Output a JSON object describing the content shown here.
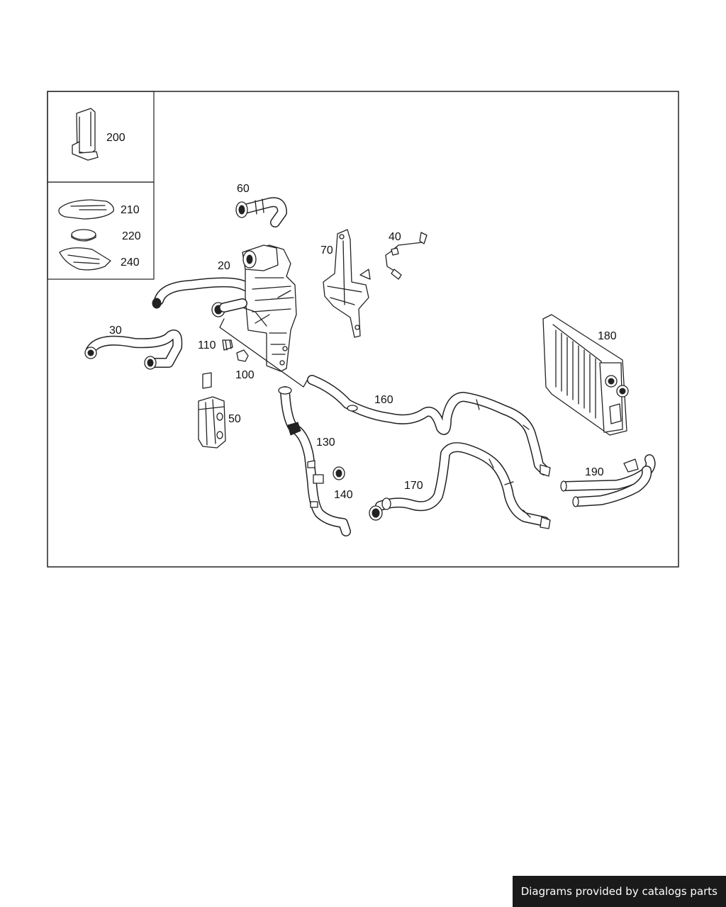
{
  "callouts": {
    "c200": "200",
    "c210": "210",
    "c220": "220",
    "c240": "240",
    "c60": "60",
    "c20": "20",
    "c70": "70",
    "c40": "40",
    "c30": "30",
    "c110": "110",
    "c100": "100",
    "c180": "180",
    "c160": "160",
    "c50": "50",
    "c130": "130",
    "c140": "140",
    "c170": "170",
    "c190": "190"
  },
  "footer": {
    "text": "Diagrams provided by catalogs parts"
  }
}
